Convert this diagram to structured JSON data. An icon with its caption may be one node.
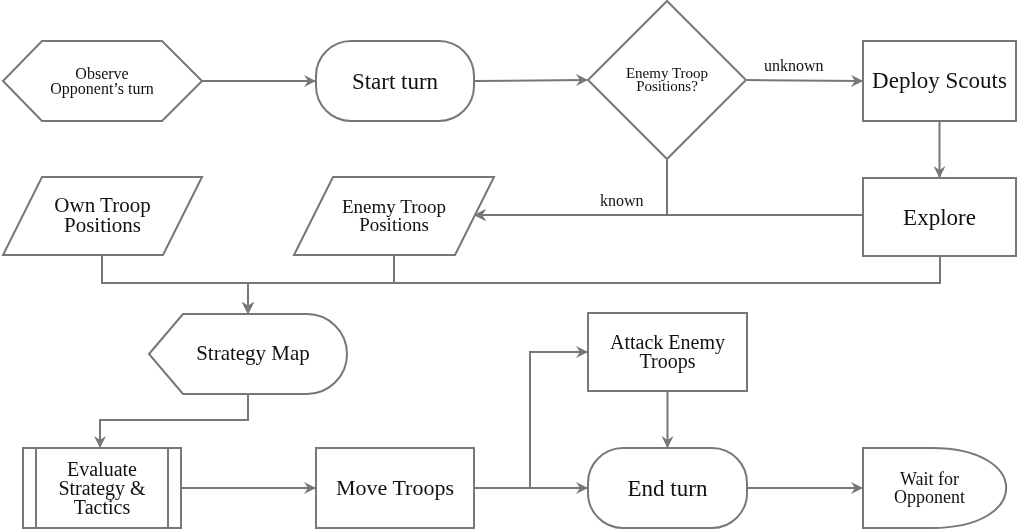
{
  "diagram": {
    "nodes": [
      {
        "text": [
          "Observe Opponent’s turn"
        ]
      },
      {
        "text": [
          "Start turn"
        ]
      },
      {
        "text": [
          "Enemy Troop Positions?"
        ]
      },
      {
        "text": [
          "Deploy Scouts"
        ]
      },
      {
        "text": [
          "Own Troop Positions"
        ]
      },
      {
        "text": [
          "Enemy Troop Positions"
        ]
      },
      {
        "text": [
          "Explore"
        ]
      },
      {
        "text": [
          "Strategy Map"
        ]
      },
      {
        "text": [
          "Evaluate Strategy & Tactics"
        ]
      },
      {
        "text": [
          "Move Troops"
        ]
      },
      {
        "text": [
          "Attack Enemy Troops"
        ]
      },
      {
        "text": [
          "End turn"
        ]
      },
      {
        "text": [
          "Wait for Opponent"
        ]
      }
    ],
    "edges": [
      {
        "from": 0,
        "to": 1,
        "arrow": "to"
      },
      {
        "from": 1,
        "to": 2,
        "arrow": "to"
      },
      {
        "from": 2,
        "to": 3,
        "arrow": "to",
        "label": "unknown"
      },
      {
        "from": 3,
        "to": 6,
        "arrow": "to"
      },
      {
        "from": 2,
        "to": 5,
        "arrow": "to",
        "label": "known"
      },
      {
        "from": 6,
        "to": 5,
        "arrow": "to"
      },
      {
        "from": 4,
        "to": 7,
        "arrow": "to"
      },
      {
        "from": 5,
        "to": 7,
        "arrow": "to"
      },
      {
        "from": 6,
        "to": 7,
        "arrow": "to"
      },
      {
        "from": 7,
        "to": 8,
        "arrow": "to"
      },
      {
        "from": 8,
        "to": 9,
        "arrow": "to"
      },
      {
        "from": 9,
        "to": 10,
        "arrow": "to"
      },
      {
        "from": 9,
        "to": 11,
        "arrow": "to"
      },
      {
        "from": 10,
        "to": 11,
        "arrow": "to"
      },
      {
        "from": 11,
        "to": 12,
        "arrow": "to"
      }
    ]
  }
}
